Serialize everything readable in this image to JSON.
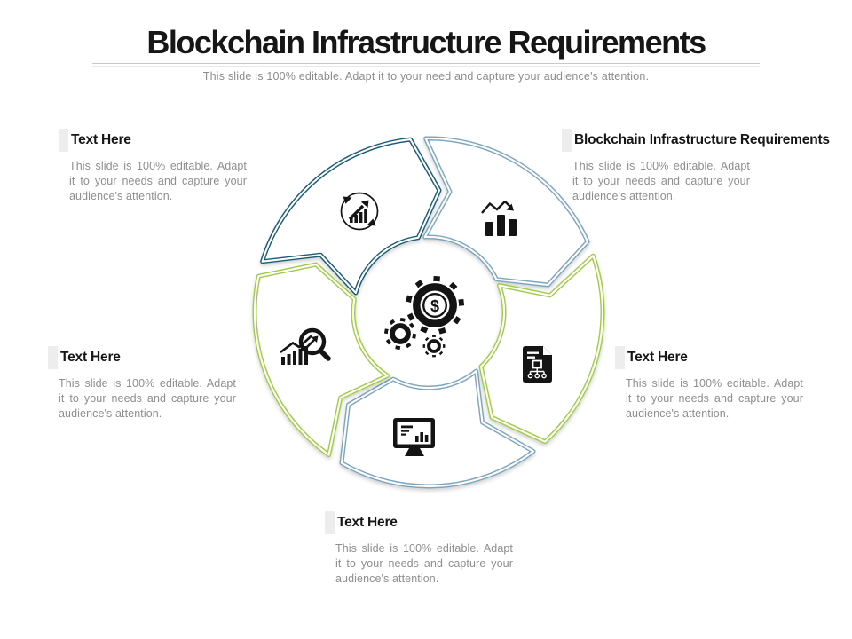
{
  "slide": {
    "title": "Blockchain Infrastructure Requirements",
    "subtitle": "This slide is 100% editable. Adapt it to your need and capture your audience's attention."
  },
  "blocks": {
    "top_left": {
      "heading": "Text Here",
      "body": "This slide is 100% editable. Adapt it to your needs and capture your audience's attention."
    },
    "top_right": {
      "heading": "Blockchain Infrastructure Requirements",
      "body": "This slide is 100% editable. Adapt it to your needs and capture your audience's attention."
    },
    "mid_left": {
      "heading": "Text Here",
      "body": "This slide is 100% editable. Adapt it to your needs and capture your audience's attention."
    },
    "mid_right": {
      "heading": "Text Here",
      "body": "This slide is 100% editable. Adapt it to your needs and capture your audience's attention."
    },
    "bottom": {
      "heading": "Text Here",
      "body": "This slide is 100% editable. Adapt it to your needs and capture your audience's attention."
    }
  },
  "diagram": {
    "center_icon": "gears-dollar-icon",
    "segments": [
      {
        "position": "top-left",
        "color": "#1d5c79",
        "icon": "growth-cycle-icon"
      },
      {
        "position": "top-right",
        "color": "#7ea5bf",
        "icon": "bar-chart-trend-icon"
      },
      {
        "position": "right",
        "color": "#a2cb49",
        "icon": "smart-contract-document-icon"
      },
      {
        "position": "bottom",
        "color": "#7ea5bf",
        "icon": "monitor-analytics-icon"
      },
      {
        "position": "left",
        "color": "#a2cb49",
        "icon": "data-analysis-search-icon"
      }
    ]
  },
  "colors": {
    "dark_blue": "#1d5c79",
    "steel_blue": "#7ea5bf",
    "green": "#a2cb49",
    "icon_black": "#141414",
    "heading_text": "#161616",
    "body_text": "#8e8e8e",
    "accent_bar": "#ededed",
    "divider": "#c9c9c9"
  }
}
